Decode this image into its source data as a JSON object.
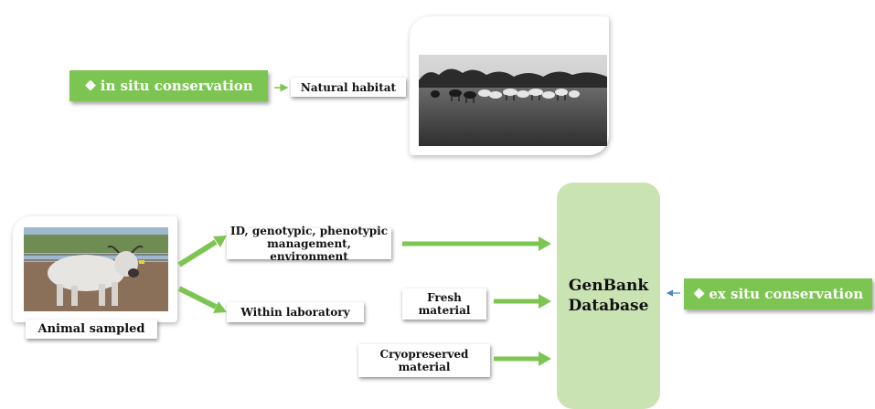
{
  "in_situ": {
    "label": "in situ conservation",
    "bullet": "❖"
  },
  "natural_habitat": {
    "label": "Natural habitat"
  },
  "animal_sampled": {
    "label": "Animal sampled"
  },
  "id_box": {
    "line1": "ID, genotypic, phenotypic",
    "line2": "management, environment"
  },
  "within_lab": {
    "label": "Within laboratory"
  },
  "fresh": {
    "line1": "Fresh",
    "line2": "material"
  },
  "cryo": {
    "line1": "Cryopreserved",
    "line2": "material"
  },
  "genbank": {
    "line1": "GenBank",
    "line2": "Database"
  },
  "ex_situ": {
    "label": "ex situ conservation",
    "bullet": "❖"
  },
  "photos": {
    "herd": "herd-in-natural-habitat-photo",
    "cow": "grey-cattle-photo"
  },
  "colors": {
    "green": "#7dc553",
    "genbank_fill": "#c9e3b3",
    "arrow_green": "#7dc553",
    "arrow_blue": "#4a86c8"
  }
}
